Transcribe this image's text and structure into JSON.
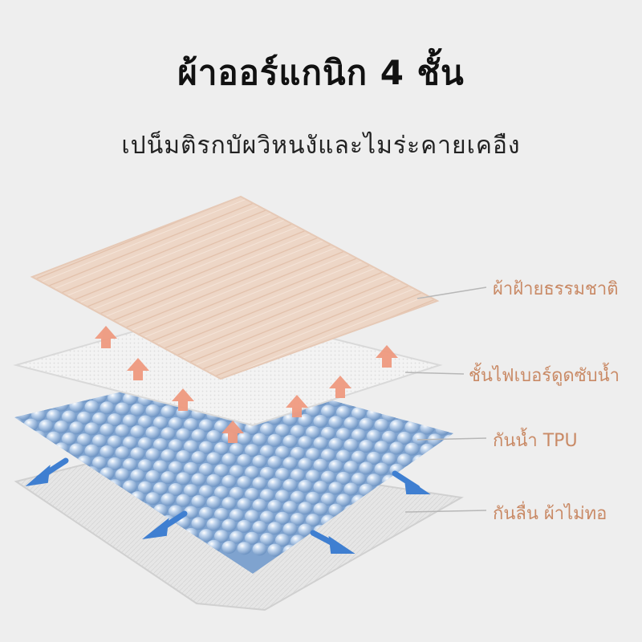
{
  "header": {
    "title": "ผ้าออร์แกนิก 4 ชั้น",
    "subtitle": "เปน็มติรกบัผวิหนงัและไมร่ะคายเคอืง"
  },
  "layers": [
    {
      "label": "ผ้าฝ้ายธรรมชาติ"
    },
    {
      "label": "ชั้นไฟเบอร์ดูดซับน้ำ"
    },
    {
      "label": "กันน้ำ TPU"
    },
    {
      "label": "กันลื่น ผ้าไม่ทอ"
    }
  ],
  "colors": {
    "background": "#eeeeee",
    "label_text": "#c98a66",
    "cotton": "#edd6c6",
    "fiber": "#f2f2f2",
    "tpu_bead": "#8fb0d6",
    "nonwoven": "#e4e4e4",
    "moisture_arrow": "#ef9a80",
    "flow_arrow": "#3f7fd1"
  },
  "icons": {
    "moisture": "up-arrow-icon",
    "flow": "outward-arrow-icon"
  }
}
